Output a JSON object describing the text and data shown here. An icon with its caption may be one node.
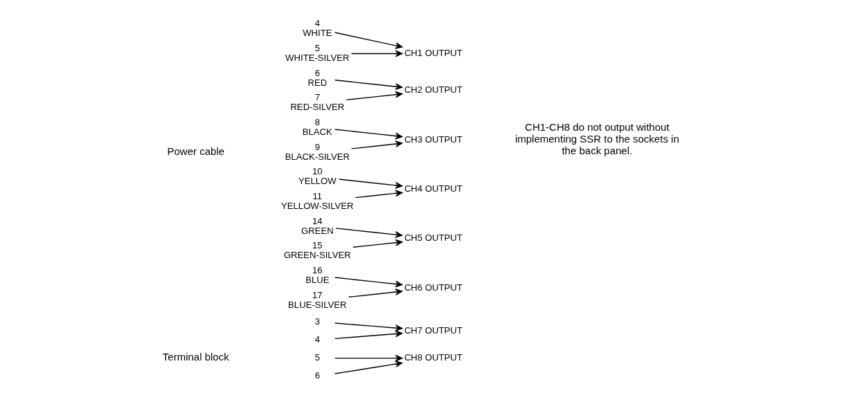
{
  "diagram": {
    "nodes": [
      {
        "text": [
          "4",
          "WHITE"
        ]
      },
      {
        "text": [
          "5",
          "WHITE-SILVER"
        ]
      },
      {
        "text": [
          "6",
          "RED"
        ]
      },
      {
        "text": [
          "7",
          "RED-SILVER"
        ]
      },
      {
        "text": [
          "8",
          "BLACK"
        ]
      },
      {
        "text": [
          "9",
          "BLACK-SILVER"
        ]
      },
      {
        "text": [
          "10",
          "YELLOW"
        ]
      },
      {
        "text": [
          "11",
          "YELLOW-SILVER"
        ]
      },
      {
        "text": [
          "14",
          "GREEN"
        ]
      },
      {
        "text": [
          "15",
          "GREEN-SILVER"
        ]
      },
      {
        "text": [
          "16",
          "BLUE"
        ]
      },
      {
        "text": [
          "17",
          "BLUE-SILVER"
        ]
      },
      {
        "text": [
          "3"
        ]
      },
      {
        "text": [
          "4"
        ]
      },
      {
        "text": [
          "5"
        ]
      },
      {
        "text": [
          "6"
        ]
      },
      {
        "text": [
          "CH1 OUTPUT"
        ]
      },
      {
        "text": [
          "CH2 OUTPUT"
        ]
      },
      {
        "text": [
          "CH3 OUTPUT"
        ]
      },
      {
        "text": [
          "CH4 OUTPUT"
        ]
      },
      {
        "text": [
          "CH5 OUTPUT"
        ]
      },
      {
        "text": [
          "CH6 OUTPUT"
        ]
      },
      {
        "text": [
          "CH7 OUTPUT"
        ]
      },
      {
        "text": [
          "CH8 OUTPUT"
        ]
      }
    ],
    "edges": [
      {
        "from": 0,
        "to": 16,
        "arrow": "to"
      },
      {
        "from": 1,
        "to": 16,
        "arrow": "to"
      },
      {
        "from": 2,
        "to": 17,
        "arrow": "to"
      },
      {
        "from": 3,
        "to": 17,
        "arrow": "to"
      },
      {
        "from": 4,
        "to": 18,
        "arrow": "to"
      },
      {
        "from": 5,
        "to": 18,
        "arrow": "to"
      },
      {
        "from": 6,
        "to": 19,
        "arrow": "to"
      },
      {
        "from": 7,
        "to": 19,
        "arrow": "to"
      },
      {
        "from": 8,
        "to": 20,
        "arrow": "to"
      },
      {
        "from": 9,
        "to": 20,
        "arrow": "to"
      },
      {
        "from": 10,
        "to": 21,
        "arrow": "to"
      },
      {
        "from": 11,
        "to": 21,
        "arrow": "to"
      },
      {
        "from": 12,
        "to": 22,
        "arrow": "to"
      },
      {
        "from": 13,
        "to": 22,
        "arrow": "to"
      },
      {
        "from": 14,
        "to": 23,
        "arrow": "to"
      },
      {
        "from": 15,
        "to": 23,
        "arrow": "to"
      }
    ],
    "labels": [
      "Power cable",
      "CH1-CH8 do not output without implementing SSR to the sockets in the back panel.",
      "Terminal block"
    ]
  }
}
